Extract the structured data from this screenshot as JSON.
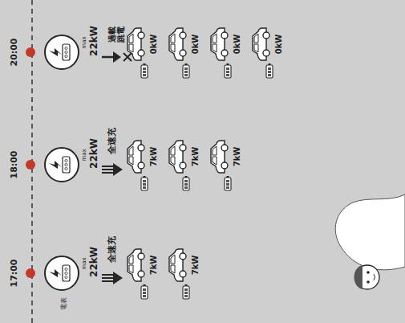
{
  "diagram": {
    "labels": [
      "17:00",
      "電表",
      "max",
      "22kW",
      "全速充",
      "7kW",
      "7kW",
      "18:00",
      "max",
      "22kW",
      "全速充",
      "7kW",
      "7kW",
      "7kW",
      "20:00",
      "max",
      "22kW",
      "過載跳電",
      "0kW",
      "0kW",
      "0kW",
      "0kW"
    ]
  }
}
